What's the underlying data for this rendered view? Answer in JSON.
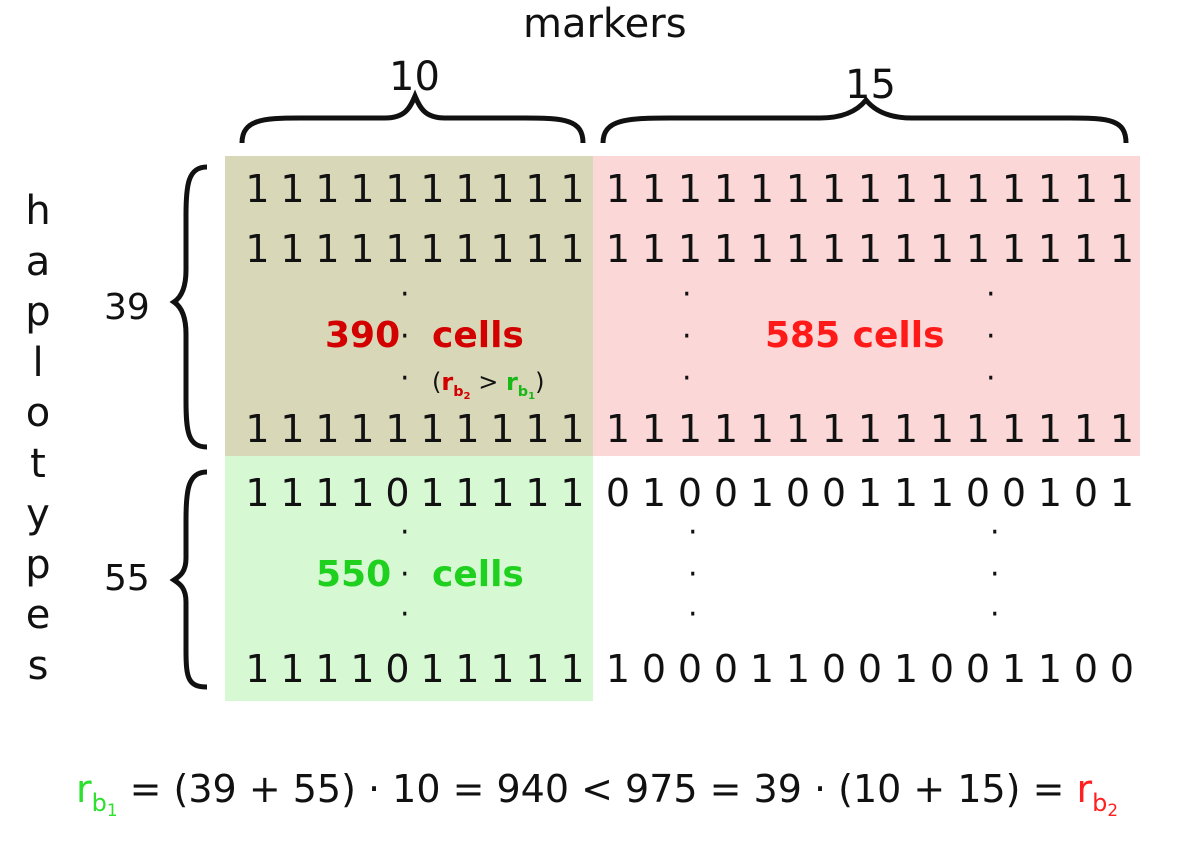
{
  "header": {
    "title": "markers",
    "group1_count": "10",
    "group2_count": "15"
  },
  "side": {
    "label_letters": [
      "h",
      "a",
      "p",
      "l",
      "o",
      "t",
      "y",
      "p",
      "e",
      "s"
    ],
    "group1_count": "39",
    "group2_count": "55"
  },
  "colors": {
    "olive_block": "#d8d7b8",
    "pink_block": "#fcd7d7",
    "green_block": "#d6f9d4",
    "red_text": "#d30000",
    "green_text": "#1fd01f",
    "red_formula": "#ff2020",
    "green_formula": "#2ee02e"
  },
  "matrix": {
    "top_left_rows": [
      [
        "1",
        "1",
        "1",
        "1",
        "1",
        "1",
        "1",
        "1",
        "1",
        "1"
      ],
      [
        "1",
        "1",
        "1",
        "1",
        "1",
        "1",
        "1",
        "1",
        "1",
        "1"
      ],
      [
        "1",
        "1",
        "1",
        "1",
        "1",
        "1",
        "1",
        "1",
        "1",
        "1"
      ]
    ],
    "top_right_rows": [
      [
        "1",
        "1",
        "1",
        "1",
        "1",
        "1",
        "1",
        "1",
        "1",
        "1",
        "1",
        "1",
        "1",
        "1",
        "1"
      ],
      [
        "1",
        "1",
        "1",
        "1",
        "1",
        "1",
        "1",
        "1",
        "1",
        "1",
        "1",
        "1",
        "1",
        "1",
        "1"
      ],
      [
        "1",
        "1",
        "1",
        "1",
        "1",
        "1",
        "1",
        "1",
        "1",
        "1",
        "1",
        "1",
        "1",
        "1",
        "1"
      ]
    ],
    "bottom_left_rows": [
      [
        "1",
        "1",
        "1",
        "1",
        "0",
        "1",
        "1",
        "1",
        "1",
        "1"
      ],
      [
        "1",
        "1",
        "1",
        "1",
        "0",
        "1",
        "1",
        "1",
        "1",
        "1"
      ]
    ],
    "bottom_right_rows": [
      [
        "0",
        "1",
        "0",
        "0",
        "1",
        "0",
        "0",
        "1",
        "1",
        "1",
        "0",
        "0",
        "1",
        "0",
        "1"
      ],
      [
        "1",
        "0",
        "0",
        "0",
        "1",
        "1",
        "0",
        "0",
        "1",
        "0",
        "0",
        "1",
        "1",
        "0",
        "0"
      ]
    ],
    "dot": "·"
  },
  "annotations": {
    "olive_cells_number": "390",
    "olive_cells_word": "cells",
    "olive_compare": {
      "open": "(",
      "r": "r",
      "b": "b",
      "sub2": "2",
      "gt": ">",
      "sub1": "1",
      "close": ")"
    },
    "pink_cells": "585 cells",
    "green_cells_number": "550",
    "green_cells_word": "cells"
  },
  "formula": {
    "lhs_r": "r",
    "lhs_b": "b",
    "lhs_sub": "1",
    "middle": "= (39 + 55) · 10 = 940 < 975 = 39 · (10 + 15) =",
    "rhs_r": "r",
    "rhs_b": "b",
    "rhs_sub": "2"
  }
}
